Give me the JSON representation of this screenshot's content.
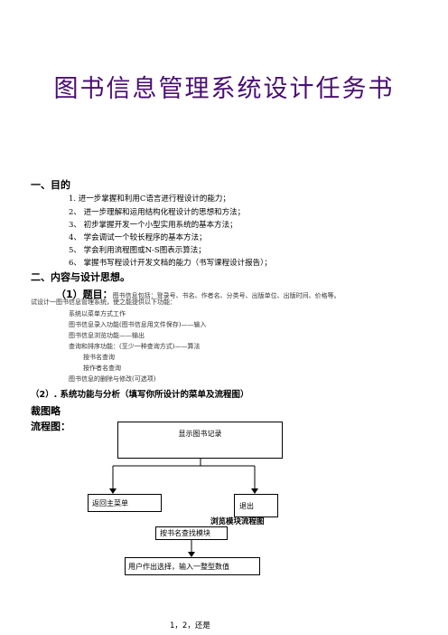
{
  "doc": {
    "title": "图书信息管理系统设计任务书",
    "section1": {
      "heading": "一、目的",
      "items": [
        "1.  进一步掌握和利用C语言进行程设计的能力；",
        "2、   进一步理解和运用结构化程设计的思想和方法；",
        "3、   初步掌握开发一个小型实用系统的基本方法；",
        "4、   学会调试一个较长程序的基本方法；",
        "5、   学会利用流程图或N-S图表示算法；",
        "6、   掌握书写程设计开发文档的能力（书写课程设计报告）；"
      ]
    },
    "section2": {
      "heading": "二、内容与设计思想。",
      "sub1_label": "（1）题目：",
      "sub1_text": "图书信息包括：登录号、书名、作者名、分类号、出版单位、出版时间、价格等。",
      "sub1_text2": "试设计一图书信息管理系统，使之能提供以下功能：",
      "features": [
        "系统以菜单方式工作",
        "图书信息录入功能(图书信息用文件保存)——输入",
        "图书信息浏览功能——输出",
        "查询和排序功能：(至少一种查询方式)——算法",
        "按书名查询",
        "按作者名查询",
        "图书信息的删除与修改(可选项)"
      ],
      "sub2": "（2）. 系统功能与分析（填写你所设计的菜单及流程图）",
      "omitted": "裁图略",
      "flow_label": "流程图："
    },
    "flowchart": {
      "box_show": "显示图书记录",
      "box_return": "返回主菜单",
      "box_exit": "退出",
      "caption": "浏览模块流程图",
      "box_search": "按书名查找模块",
      "box_input": "用户作出选择，输入一整型数值"
    },
    "footer": "1，2，还是"
  }
}
